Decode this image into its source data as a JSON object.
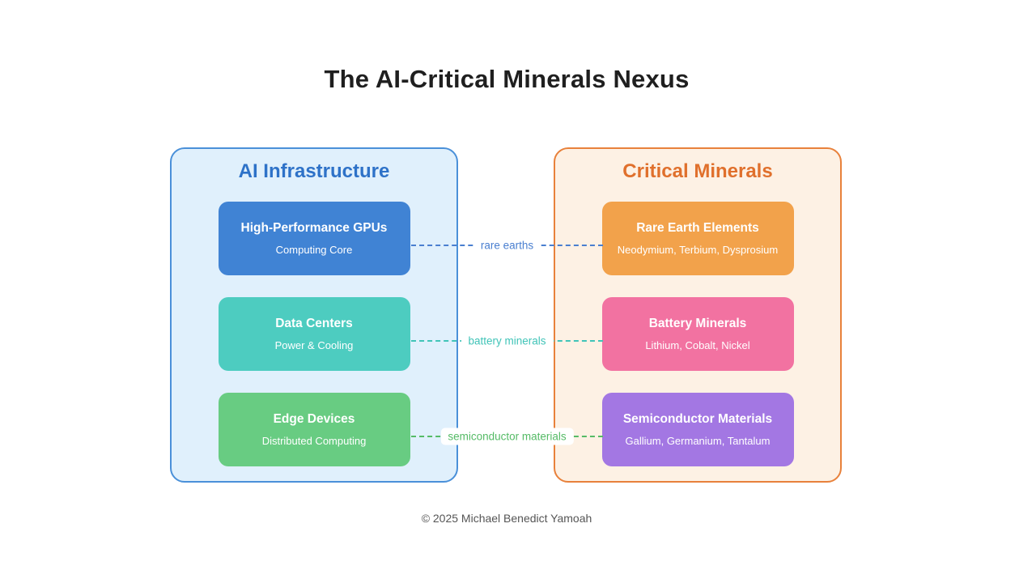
{
  "title": "The AI-Critical Minerals Nexus",
  "footer": "© 2025 Michael Benedict Yamoah",
  "panels": {
    "left": {
      "title": "AI Infrastructure",
      "accent": "#2e72c8",
      "border": "#4a90d9",
      "bg": "#e0f0fc",
      "cards": [
        {
          "title": "High-Performance GPUs",
          "subtitle": "Computing Core",
          "color": "#4083d4"
        },
        {
          "title": "Data Centers",
          "subtitle": "Power & Cooling",
          "color": "#4dccc0"
        },
        {
          "title": "Edge Devices",
          "subtitle": "Distributed Computing",
          "color": "#68cc82"
        }
      ]
    },
    "right": {
      "title": "Critical Minerals",
      "accent": "#e0702c",
      "border": "#e8813b",
      "bg": "#fdf1e4",
      "cards": [
        {
          "title": "Rare Earth Elements",
          "subtitle": "Neodymium, Terbium, Dysprosium",
          "color": "#f2a24b"
        },
        {
          "title": "Battery Minerals",
          "subtitle": "Lithium, Cobalt, Nickel",
          "color": "#f272a1"
        },
        {
          "title": "Semiconductor Materials",
          "subtitle": "Gallium, Germanium, Tantalum",
          "color": "#a377e3"
        }
      ]
    }
  },
  "connectors": [
    {
      "label": "rare earths",
      "color": "#4a7fd0"
    },
    {
      "label": "battery minerals",
      "color": "#41c4b8"
    },
    {
      "label": "semiconductor materials",
      "color": "#55bb66"
    }
  ]
}
